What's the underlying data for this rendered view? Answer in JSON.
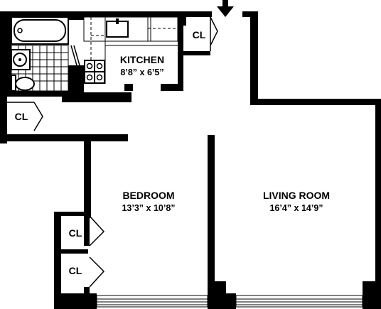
{
  "rooms": {
    "kitchen": {
      "name": "KITCHEN",
      "dims": "8’8” x 6’5”"
    },
    "bedroom": {
      "name": "BEDROOM",
      "dims": "13’3” x 10’8”"
    },
    "living": {
      "name": "LIVING ROOM",
      "dims": "16’4” x 14’9”"
    }
  },
  "closets": {
    "kitchen_closet": "CL",
    "hall_closet": "CL",
    "bedroom_closet_1": "CL",
    "bedroom_closet_2": "CL"
  },
  "colors": {
    "wall": "#000000",
    "background": "#ffffff"
  },
  "icons": {
    "entry": "entry-arrow-icon",
    "bathtub": "bathtub-icon",
    "toilet": "toilet-icon",
    "sink": "sink-icon",
    "stove": "stove-icon",
    "kitchen_sink": "kitchen-sink-icon"
  }
}
